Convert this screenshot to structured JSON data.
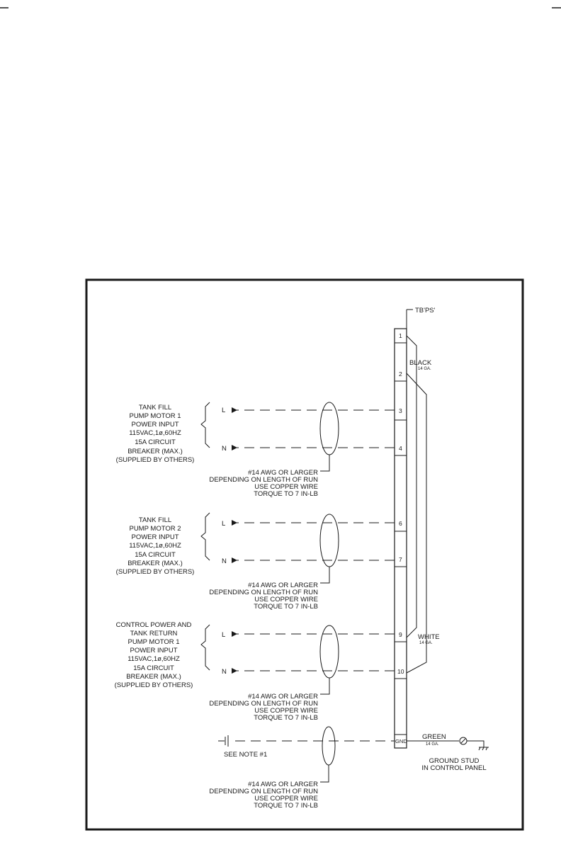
{
  "terminal_block": {
    "name": "TB'PS'",
    "terminals": [
      "1",
      "2",
      "3",
      "4",
      "6",
      "7",
      "9",
      "10",
      "GND"
    ]
  },
  "jumpers": {
    "black_label": "BLACK",
    "black_gauge": "14 GA.",
    "white_label": "WHITE",
    "white_gauge": "14 GA."
  },
  "circuits": [
    {
      "lines": [
        "TANK FILL",
        "PUMP MOTOR 1",
        "POWER INPUT",
        "115VAC,1ø,60HZ",
        "15A CIRCUIT",
        "BREAKER (MAX.)",
        "(SUPPLIED BY OTHERS)"
      ],
      "line_label": "L",
      "neutral_label": "N",
      "line_terminal": "3",
      "neutral_terminal": "4",
      "wire_note": [
        "#14 AWG OR LARGER",
        "DEPENDING ON LENGTH OF RUN",
        "USE COPPER WIRE",
        "TORQUE TO 7 IN-LB"
      ]
    },
    {
      "lines": [
        "TANK FILL",
        "PUMP MOTOR 2",
        "POWER INPUT",
        "115VAC,1ø,60HZ",
        "15A CIRCUIT",
        "BREAKER (MAX.)",
        "(SUPPLIED BY OTHERS)"
      ],
      "line_label": "L",
      "neutral_label": "N",
      "line_terminal": "6",
      "neutral_terminal": "7",
      "wire_note": [
        "#14 AWG OR LARGER",
        "DEPENDING ON LENGTH OF RUN",
        "USE COPPER WIRE",
        "TORQUE TO 7 IN-LB"
      ]
    },
    {
      "lines": [
        "CONTROL POWER AND",
        "TANK RETURN",
        "PUMP MOTOR 1",
        "POWER INPUT",
        "115VAC,1ø,60HZ",
        "15A CIRCUIT",
        "BREAKER (MAX.)",
        "(SUPPLIED BY OTHERS)"
      ],
      "line_label": "L",
      "neutral_label": "N",
      "line_terminal": "9",
      "neutral_terminal": "10",
      "wire_note": [
        "#14 AWG OR LARGER",
        "DEPENDING ON LENGTH OF RUN",
        "USE COPPER WIRE",
        "TORQUE TO 7 IN-LB"
      ]
    }
  ],
  "ground": {
    "note": "SEE NOTE #1",
    "terminal": "GND",
    "wire_label": "GREEN",
    "wire_gauge": "14 GA.",
    "stud_lines": [
      "GROUND STUD",
      "IN CONTROL PANEL"
    ],
    "wire_note": [
      "#14 AWG OR LARGER",
      "DEPENDING ON LENGTH OF RUN",
      "USE COPPER WIRE",
      "TORQUE TO 7 IN-LB"
    ]
  }
}
